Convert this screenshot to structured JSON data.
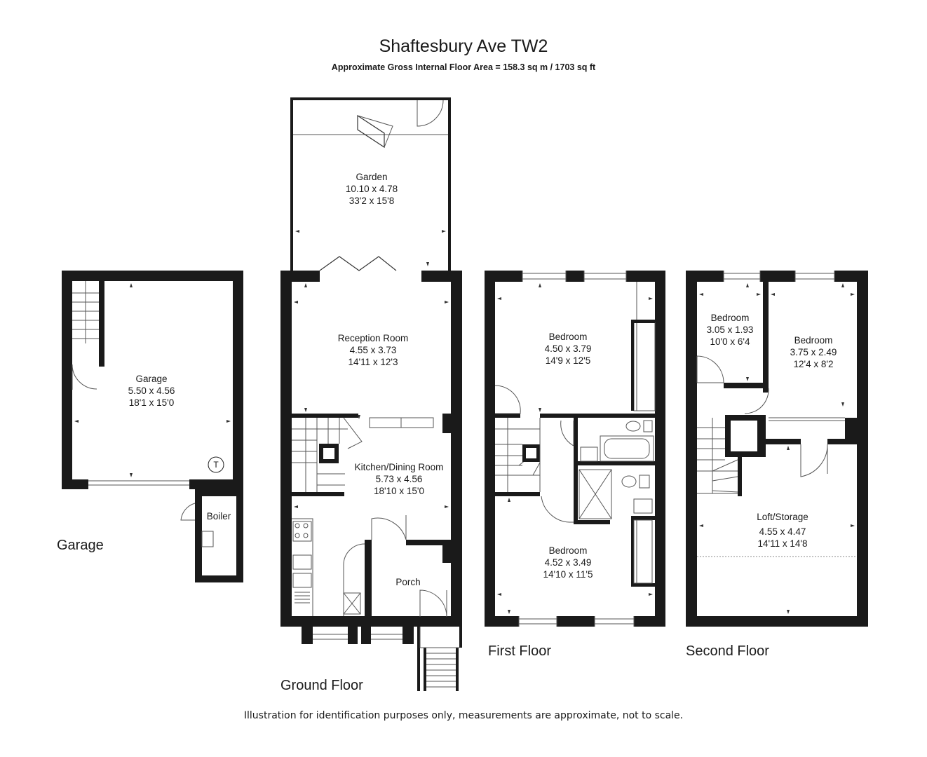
{
  "header": {
    "title": "Shaftesbury Ave TW2",
    "subtitle": "Approximate Gross Internal Floor Area  = 158.3 sq m / 1703 sq ft"
  },
  "floors": {
    "garage": "Garage",
    "ground": "Ground Floor",
    "first": "First Floor",
    "second": "Second Floor"
  },
  "rooms": {
    "garage": {
      "name": "Garage",
      "metric": "5.50 x 4.56",
      "imperial": "18'1 x 15'0"
    },
    "boiler": {
      "name": "Boiler"
    },
    "thermostat": {
      "symbol": "T"
    },
    "garden": {
      "name": "Garden",
      "metric": "10.10 x 4.78",
      "imperial": "33'2 x 15'8"
    },
    "reception": {
      "name": "Reception Room",
      "metric": "4.55 x 3.73",
      "imperial": "14'11 x 12'3"
    },
    "kitchen": {
      "name": "Kitchen/Dining Room",
      "metric": "5.73 x 4.56",
      "imperial": "18'10 x 15'0"
    },
    "porch": {
      "name": "Porch"
    },
    "bedroom1": {
      "name": "Bedroom",
      "metric": "4.50 x 3.79",
      "imperial": "14'9 x 12'5"
    },
    "bedroom2": {
      "name": "Bedroom",
      "metric": "4.52 x 3.49",
      "imperial": "14'10 x 11'5"
    },
    "bedroom3": {
      "name": "Bedroom",
      "metric": "3.05 x 1.93",
      "imperial": "10'0 x 6'4"
    },
    "bedroom4": {
      "name": "Bedroom",
      "metric": "3.75 x 2.49",
      "imperial": "12'4 x 8'2"
    },
    "loft": {
      "name": "Loft/Storage",
      "metric": "4.55 x 4.47",
      "imperial": "14'11 x 14'8"
    }
  },
  "footer": {
    "disclaimer": "Illustration for identification purposes only, measurements are approximate, not to scale."
  }
}
